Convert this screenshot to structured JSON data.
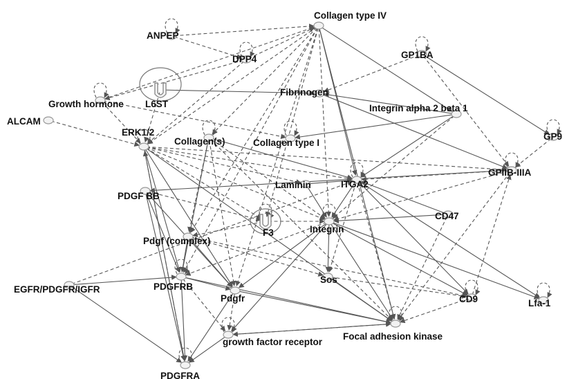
{
  "network": {
    "nodes": [
      {
        "id": "collagen4",
        "label": "Collagen type IV"
      },
      {
        "id": "anpep",
        "label": "ANPEP"
      },
      {
        "id": "dpp4",
        "label": "DPP4"
      },
      {
        "id": "gp1ba",
        "label": "GP1BA"
      },
      {
        "id": "fibrinogen",
        "label": "Fibrinogen"
      },
      {
        "id": "l6st",
        "label": "L6ST"
      },
      {
        "id": "growthhormone",
        "label": "Growth hormone"
      },
      {
        "id": "integrina2b1",
        "label": "Integrin alpha 2 beta 1"
      },
      {
        "id": "alcam",
        "label": "ALCAM"
      },
      {
        "id": "gp9",
        "label": "GP9"
      },
      {
        "id": "erk12",
        "label": "ERK1/2"
      },
      {
        "id": "collagens",
        "label": "Collagen(s)"
      },
      {
        "id": "collagen1",
        "label": "Collagen type I"
      },
      {
        "id": "gpiibiiia",
        "label": "GPIIB-IIIA"
      },
      {
        "id": "laminin",
        "label": "Laminin"
      },
      {
        "id": "itga2",
        "label": "ITGA2"
      },
      {
        "id": "pdgfbb",
        "label": "PDGF BB"
      },
      {
        "id": "cd47",
        "label": "CD47"
      },
      {
        "id": "f3",
        "label": "F3"
      },
      {
        "id": "integrin",
        "label": "Integrin"
      },
      {
        "id": "pdgfcomplex",
        "label": "Pdgf (complex)"
      },
      {
        "id": "egfr",
        "label": "EGFR/PDGFR/IGFR"
      },
      {
        "id": "pdgfrb",
        "label": "PDGFRB"
      },
      {
        "id": "sos",
        "label": "Sos"
      },
      {
        "id": "pdgfr",
        "label": "Pdgfr"
      },
      {
        "id": "cd9",
        "label": "CD9"
      },
      {
        "id": "lfa1",
        "label": "Lfa-1"
      },
      {
        "id": "fak",
        "label": "Focal adhesion kinase"
      },
      {
        "id": "gfr",
        "label": "growth factor receptor"
      },
      {
        "id": "pdgfra",
        "label": "PDGFRA"
      }
    ],
    "edges": [
      {
        "from": "anpep",
        "to": "collagen4",
        "style": "dashed"
      },
      {
        "from": "anpep",
        "to": "dpp4",
        "style": "dashed"
      },
      {
        "from": "dpp4",
        "to": "collagen4",
        "style": "dashed"
      },
      {
        "from": "dpp4",
        "to": "growthhormone",
        "style": "dashed"
      },
      {
        "from": "dpp4",
        "to": "erk12",
        "style": "dashed"
      },
      {
        "from": "gp1ba",
        "to": "fibrinogen",
        "style": "dashed"
      },
      {
        "from": "gp1ba",
        "to": "gp9",
        "style": "solid"
      },
      {
        "from": "gp1ba",
        "to": "gpiibiiia",
        "style": "dashed"
      },
      {
        "from": "growthhormone",
        "to": "collagen4",
        "style": "dashed"
      },
      {
        "from": "growthhormone",
        "to": "erk12",
        "style": "dashed"
      },
      {
        "from": "growthhormone",
        "to": "collagen1",
        "style": "dashed"
      },
      {
        "from": "l6st",
        "to": "fibrinogen",
        "style": "solid"
      },
      {
        "from": "l6st",
        "to": "erk12",
        "style": "dashed"
      },
      {
        "from": "alcam",
        "to": "erk12",
        "style": "dashed"
      },
      {
        "from": "gp9",
        "to": "gpiibiiia",
        "style": "dashed"
      },
      {
        "from": "integrina2b1",
        "to": "fibrinogen",
        "style": "solid"
      },
      {
        "from": "integrina2b1",
        "to": "itga2",
        "style": "solid"
      },
      {
        "from": "integrina2b1",
        "to": "collagen1",
        "style": "solid"
      },
      {
        "from": "integrina2b1",
        "to": "integrin",
        "style": "dashed"
      },
      {
        "from": "fibrinogen",
        "to": "gpiibiiia",
        "style": "solid"
      },
      {
        "from": "collagen4",
        "to": "itga2",
        "style": "solid"
      },
      {
        "from": "collagen4",
        "to": "integrina2b1",
        "style": "solid"
      },
      {
        "from": "collagen4",
        "to": "erk12",
        "style": "dashed"
      },
      {
        "from": "collagen4",
        "to": "collagens",
        "style": "dashed"
      },
      {
        "from": "collagen4",
        "to": "pdgfcomplex",
        "style": "dashed"
      },
      {
        "from": "collagen4",
        "to": "integrin",
        "style": "dashed"
      },
      {
        "from": "collagen4",
        "to": "f3",
        "style": "dashed"
      },
      {
        "from": "collagen4",
        "to": "pdgfrb",
        "style": "dashed"
      },
      {
        "from": "collagen4",
        "to": "pdgfr",
        "style": "dashed"
      },
      {
        "from": "collagen4",
        "to": "fak",
        "style": "solid"
      },
      {
        "from": "erk12",
        "to": "itga2",
        "style": "dashed"
      },
      {
        "from": "erk12",
        "to": "gpiibiiia",
        "style": "dashed"
      },
      {
        "from": "erk12",
        "to": "integrin",
        "style": "dashed"
      },
      {
        "from": "erk12",
        "to": "f3",
        "style": "dashed"
      },
      {
        "from": "erk12",
        "to": "pdgfrb",
        "style": "solid"
      },
      {
        "from": "erk12",
        "to": "pdgfra",
        "style": "solid"
      },
      {
        "from": "erk12",
        "to": "pdgfr",
        "style": "solid"
      },
      {
        "from": "erk12",
        "to": "fak",
        "style": "solid"
      },
      {
        "from": "erk12",
        "to": "laminin",
        "style": "dashed"
      },
      {
        "from": "collagens",
        "to": "itga2",
        "style": "solid"
      },
      {
        "from": "collagens",
        "to": "pdgfrb",
        "style": "solid"
      },
      {
        "from": "collagens",
        "to": "integrin",
        "style": "dashed"
      },
      {
        "from": "collagens",
        "to": "pdgfr",
        "style": "dashed"
      },
      {
        "from": "collagens",
        "to": "fak",
        "style": "dashed"
      },
      {
        "from": "collagens",
        "to": "pdgfcomplex",
        "style": "dashed"
      },
      {
        "from": "gpiibiiia",
        "to": "pdgfbb",
        "style": "solid"
      },
      {
        "from": "gpiibiiia",
        "to": "itga2",
        "style": "dashed"
      },
      {
        "from": "gpiibiiia",
        "to": "fak",
        "style": "dashed"
      },
      {
        "from": "gpiibiiia",
        "to": "integrin",
        "style": "dashed"
      },
      {
        "from": "itga2",
        "to": "integrin",
        "style": "solid"
      },
      {
        "from": "itga2",
        "to": "fak",
        "style": "dashed"
      },
      {
        "from": "itga2",
        "to": "cd9",
        "style": "solid"
      },
      {
        "from": "itga2",
        "to": "lfa1",
        "style": "solid"
      },
      {
        "from": "itga2",
        "to": "sos",
        "style": "dashed"
      },
      {
        "from": "laminin",
        "to": "itga2",
        "style": "solid"
      },
      {
        "from": "laminin",
        "to": "integrin",
        "style": "solid"
      },
      {
        "from": "pdgfbb",
        "to": "pdgfrb",
        "style": "solid"
      },
      {
        "from": "pdgfbb",
        "to": "pdgfra",
        "style": "solid"
      },
      {
        "from": "pdgfbb",
        "to": "pdgfr",
        "style": "solid"
      },
      {
        "from": "pdgfbb",
        "to": "f3",
        "style": "dashed"
      },
      {
        "from": "cd47",
        "to": "integrin",
        "style": "solid"
      },
      {
        "from": "cd47",
        "to": "itga2",
        "style": "solid"
      },
      {
        "from": "cd47",
        "to": "fak",
        "style": "dashed"
      },
      {
        "from": "f3",
        "to": "pdgfcomplex",
        "style": "dashed"
      },
      {
        "from": "f3",
        "to": "integrin",
        "style": "dashed"
      },
      {
        "from": "integrin",
        "to": "sos",
        "style": "solid"
      },
      {
        "from": "integrin",
        "to": "fak",
        "style": "solid"
      },
      {
        "from": "integrin",
        "to": "cd9",
        "style": "solid"
      },
      {
        "from": "integrin",
        "to": "lfa1",
        "style": "solid"
      },
      {
        "from": "integrin",
        "to": "pdgfr",
        "style": "solid"
      },
      {
        "from": "integrin",
        "to": "pdgfrb",
        "style": "dashed"
      },
      {
        "from": "integrin",
        "to": "gfr",
        "style": "solid"
      },
      {
        "from": "pdgfcomplex",
        "to": "pdgfrb",
        "style": "solid"
      },
      {
        "from": "pdgfcomplex",
        "to": "pdgfr",
        "style": "solid"
      },
      {
        "from": "pdgfcomplex",
        "to": "sos",
        "style": "dashed"
      },
      {
        "from": "pdgfcomplex",
        "to": "cd9",
        "style": "dashed"
      },
      {
        "from": "egfr",
        "to": "pdgfrb",
        "style": "solid"
      },
      {
        "from": "egfr",
        "to": "pdgfra",
        "style": "solid"
      },
      {
        "from": "egfr",
        "to": "itga2",
        "style": "dashed"
      },
      {
        "from": "pdgfrb",
        "to": "pdgfra",
        "style": "solid"
      },
      {
        "from": "pdgfrb",
        "to": "gfr",
        "style": "dashed"
      },
      {
        "from": "pdgfrb",
        "to": "pdgfr",
        "style": "solid"
      },
      {
        "from": "pdgfrb",
        "to": "fak",
        "style": "solid"
      },
      {
        "from": "sos",
        "to": "fak",
        "style": "solid"
      },
      {
        "from": "sos",
        "to": "cd9",
        "style": "dashed"
      },
      {
        "from": "pdgfr",
        "to": "gfr",
        "style": "dashed"
      },
      {
        "from": "pdgfr",
        "to": "pdgfra",
        "style": "solid"
      },
      {
        "from": "pdgfr",
        "to": "fak",
        "style": "solid"
      },
      {
        "from": "cd9",
        "to": "fak",
        "style": "dashed"
      },
      {
        "from": "cd9",
        "to": "gpiibiiia",
        "style": "dashed"
      },
      {
        "from": "gfr",
        "to": "pdgfra",
        "style": "solid"
      },
      {
        "from": "gfr",
        "to": "fak",
        "style": "solid"
      },
      {
        "from": "fak",
        "to": "gfr",
        "style": "dashed"
      },
      {
        "from": "pdgfra",
        "to": "erk12",
        "style": "dashed"
      }
    ],
    "self_loops": [
      "anpep",
      "dpp4",
      "gp1ba",
      "growthhormone",
      "erk12",
      "collagens",
      "collagen1",
      "gp9",
      "gpiibiiia",
      "itga2",
      "cd9",
      "lfa1",
      "fak",
      "gfr",
      "pdgfrb",
      "pdgfra",
      "f3",
      "integrin"
    ],
    "ligand_nodes": [
      "l6st",
      "f3"
    ],
    "colors": {
      "edge": "#555555",
      "node_fill": "#f2f2f2",
      "node_stroke": "#9a9a9a",
      "text": "#111111"
    }
  }
}
